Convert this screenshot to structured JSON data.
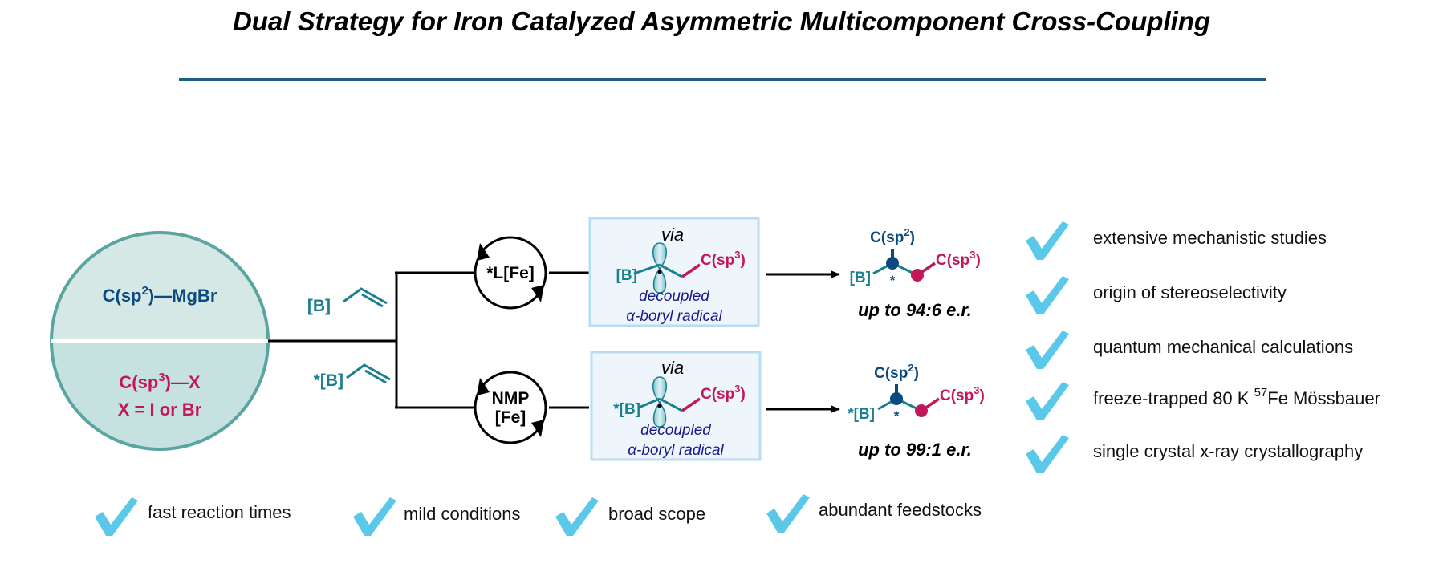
{
  "title": "Dual Strategy for Iron Catalyzed Asymmetric Multicomponent Cross-Coupling",
  "colors": {
    "title_rule": "#1b5e80",
    "circle_top": "#d5e8e6",
    "circle_bottom": "#c5e2e0",
    "circle_border": "#5aa5a2",
    "box_fill": "#eef6fc",
    "box_border": "#b8dcf2",
    "blue": "#0b4a80",
    "red": "#c2185b",
    "teal": "#1a7f8e",
    "navy": "#1a1a8c",
    "check": "#5bc8ea"
  },
  "reagents": {
    "grignard": {
      "prefix": "C(sp",
      "sup": "2",
      "suffix": ")—MgBr"
    },
    "halide": {
      "prefix": "C(sp",
      "sup": "3",
      "suffix": ")—X"
    },
    "halide_note": "X = I or Br"
  },
  "alkenes": {
    "top": "[B]",
    "bottom": "*[B]"
  },
  "catalysts": {
    "top": "*L[Fe]",
    "bottom_line1": "NMP",
    "bottom_line2": "[Fe]"
  },
  "intermediates": {
    "top": {
      "via": "via",
      "boryl": "[B]",
      "csp3_prefix": "C(sp",
      "csp3_sup": "3",
      "csp3_suffix": ")",
      "desc1": "decoupled",
      "desc2": "α-boryl radical"
    },
    "bottom": {
      "via": "via",
      "boryl": "*[B]",
      "csp3_prefix": "C(sp",
      "csp3_sup": "3",
      "csp3_suffix": ")",
      "desc1": "decoupled",
      "desc2": "α-boryl radical"
    }
  },
  "products": {
    "top": {
      "csp2_prefix": "C(sp",
      "csp2_sup": "2",
      "csp2_suffix": ")",
      "csp3_prefix": "C(sp",
      "csp3_sup": "3",
      "csp3_suffix": ")",
      "boryl": "[B]",
      "star": "*",
      "er": "up to 94:6 e.r."
    },
    "bottom": {
      "csp2_prefix": "C(sp",
      "csp2_sup": "2",
      "csp2_suffix": ")",
      "csp3_prefix": "C(sp",
      "csp3_sup": "3",
      "csp3_suffix": ")",
      "boryl": "*[B]",
      "star": "*",
      "er": "up to 99:1 e.r."
    }
  },
  "mechanistic_features": [
    {
      "text": "extensive mechanistic studies"
    },
    {
      "text": "origin of stereoselectivity"
    },
    {
      "text": "quantum mechanical calculations"
    },
    {
      "text": "freeze-trapped 80 K ",
      "sup": "57",
      "text_after": "Fe Mössbauer"
    },
    {
      "text": "single crystal x-ray crystallography"
    }
  ],
  "general_features": [
    {
      "text": "fast reaction times"
    },
    {
      "text": "mild conditions"
    },
    {
      "text": "broad scope"
    },
    {
      "text": "abundant feedstocks"
    }
  ],
  "icons": {
    "check": "check-icon",
    "arrow": "reaction-arrow-icon",
    "cycle": "catalytic-cycle-icon",
    "orbital": "p-orbital-icon"
  }
}
